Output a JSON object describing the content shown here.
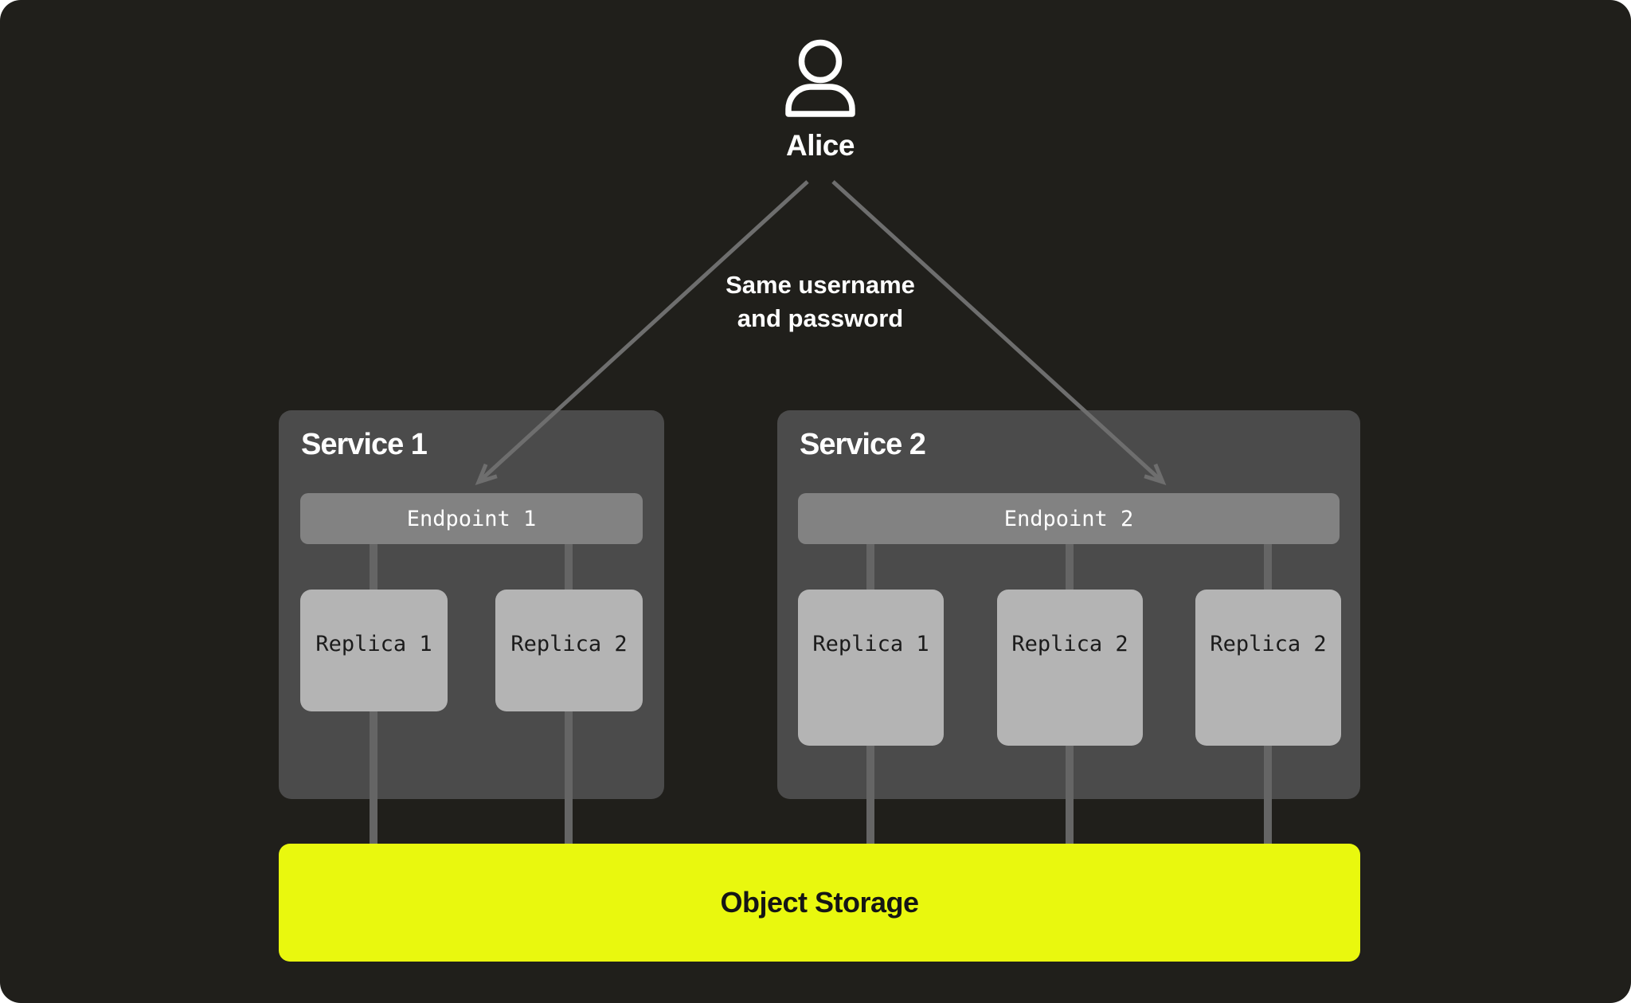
{
  "diagram": {
    "user": {
      "name": "Alice"
    },
    "connection_note": {
      "line1": "Same username",
      "line2": "and password"
    },
    "services": [
      {
        "title": "Service 1",
        "endpoint": "Endpoint 1",
        "replicas": [
          "Replica 1",
          "Replica 2"
        ]
      },
      {
        "title": "Service 2",
        "endpoint": "Endpoint 2",
        "replicas": [
          "Replica 1",
          "Replica 2",
          "Replica 2"
        ]
      }
    ],
    "storage": {
      "label": "Object Storage"
    },
    "colors": {
      "background": "#201F1B",
      "service_panel": "#4B4B4B",
      "endpoint_bar": "#828282",
      "replica_box": "#B4B4B4",
      "connector_line": "#656565",
      "arrow": "#6E6E6E",
      "storage_accent": "#E9F80E",
      "text_light": "#FFFFFF",
      "text_dark": "#1B1B1B"
    }
  }
}
